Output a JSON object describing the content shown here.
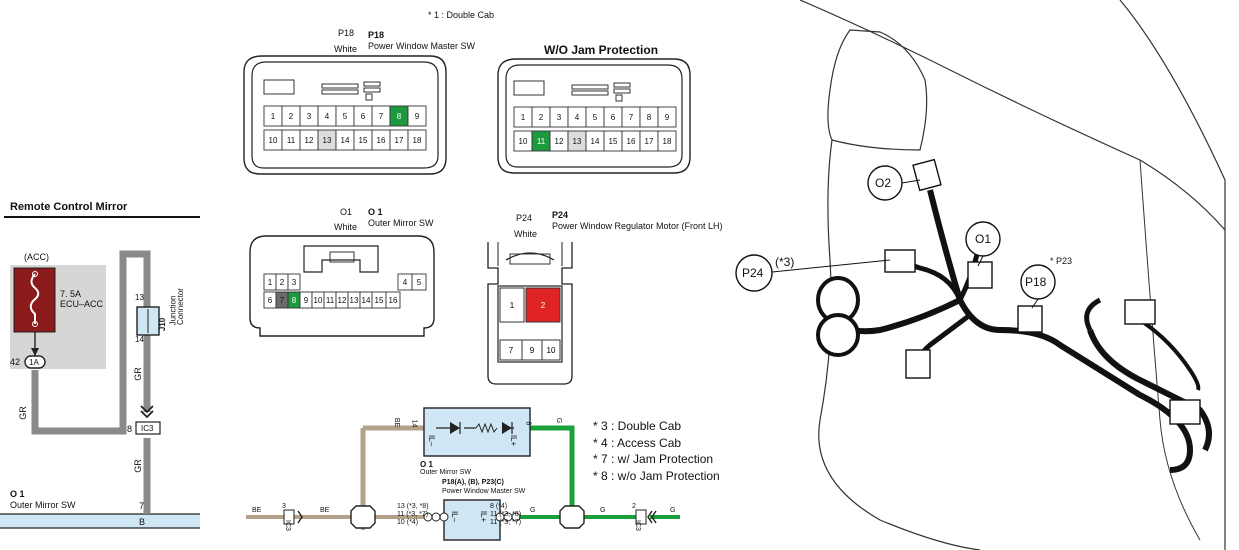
{
  "note_top": "* 1 : Double Cab",
  "p18_main": {
    "code_small": "P18",
    "code": "P18",
    "color": "White",
    "name": "Power Window Master SW",
    "pins_top": [
      "1",
      "2",
      "3",
      "4",
      "5",
      "6",
      "7",
      "8",
      "9"
    ],
    "pins_bottom": [
      "10",
      "11",
      "12",
      "13",
      "14",
      "15",
      "16",
      "17",
      "18"
    ]
  },
  "p18_wo": {
    "title": "W/O Jam Protection",
    "pins_top": [
      "1",
      "2",
      "3",
      "4",
      "5",
      "6",
      "7",
      "8",
      "9"
    ],
    "pins_bottom": [
      "10",
      "11",
      "12",
      "13",
      "14",
      "15",
      "16",
      "17",
      "18"
    ]
  },
  "o1": {
    "code_small": "O1",
    "code": "O 1",
    "color": "White",
    "name": "Outer Mirror SW",
    "pins_top": [
      "1",
      "2",
      "3",
      "4",
      "5"
    ],
    "pins_bottom": [
      "6",
      "7",
      "8",
      "9",
      "10",
      "11",
      "12",
      "13",
      "14",
      "15",
      "16"
    ]
  },
  "p24": {
    "code_small": "P24",
    "code": "P24",
    "color": "White",
    "name": "Power Window Regulator Motor (Front LH)",
    "pins": [
      "1",
      "2",
      "7",
      "9",
      "10"
    ]
  },
  "rcm": {
    "title": "Remote Control Mirror",
    "acc": "(ACC)",
    "fuse_amp": "7. 5A",
    "fuse_name": "ECU–ACC",
    "pin_42": "42",
    "conn_1a": "1A",
    "wire_gr1": "GR",
    "wire_gr2": "GR",
    "wire_gr3": "GR",
    "j10_pin13": "13",
    "j10_pin14": "14",
    "j10_code": "J10",
    "j10_name1": "Junction",
    "j10_name2": "Connector",
    "ic3_pin": "8",
    "ic3": "IC3",
    "o1_code": "O 1",
    "o1_name": "Outer Mirror SW",
    "pin_7": "7",
    "wire_b": "B"
  },
  "schem": {
    "be_top": "BE",
    "pin_14": "14",
    "pin_8": "8",
    "g_top": "G",
    "il_minus": "IL–",
    "il_plus": "IL+",
    "o1_code": "O 1",
    "o1_name": "Outer Mirror SW",
    "p18_codes": "P18(A), (B), P23(C)",
    "p18_name": "Power Window Master SW",
    "be_left": "BE",
    "be_mid": "BE",
    "g_mid": "G",
    "g_right": "G",
    "g_far": "G",
    "c3_left": "3",
    "ic3_left": "IC3",
    "c2_right": "2",
    "ic3_right": "IC3",
    "il_minus2": "IL–",
    "il_plus2": "IL+",
    "pin_labels_left": [
      "13",
      "(*3, *8)",
      "11",
      "(*3, *7)",
      "10",
      "(*4)"
    ],
    "pin_labels_right": [
      "8",
      "(*4)",
      "11",
      "(*3, *8)",
      "11",
      "(*3, *7)"
    ]
  },
  "footnotes": [
    "* 3 : Double Cab",
    "* 4 : Access Cab",
    "* 7 : w/ Jam Protection",
    "* 8 : w/o Jam Protection"
  ],
  "location": {
    "o2": "O2",
    "o1": "O1",
    "p24": "P24",
    "p24_note": "(*3)",
    "p23_note": "* P23",
    "p18": "P18"
  },
  "colors": {
    "green": "#1e9a3e",
    "red": "#e02424",
    "gray_wire": "#8a8a8a",
    "tan_wire": "#b5a089",
    "green_wire": "#1aa03a",
    "fuse_dark": "#8b1a1a",
    "lightblue": "#cfe6f5"
  }
}
